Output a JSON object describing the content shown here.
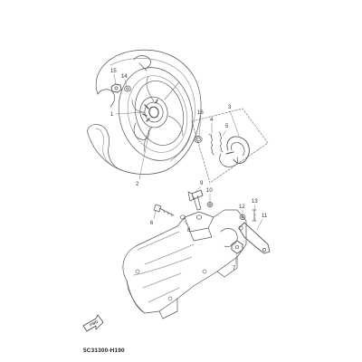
{
  "diagram": {
    "code": "5C31300-H190",
    "direction_badge": "FWD",
    "colors": {
      "line": "#555555",
      "light": "#9a9a9a",
      "text": "#333333",
      "background": "#ffffff"
    },
    "callouts": [
      {
        "id": "c1",
        "label": "1"
      },
      {
        "id": "c2",
        "label": "2"
      },
      {
        "id": "c3",
        "label": "3"
      },
      {
        "id": "c4",
        "label": "4"
      },
      {
        "id": "c5",
        "label": "5"
      },
      {
        "id": "c6",
        "label": "6"
      },
      {
        "id": "c7",
        "label": "7"
      },
      {
        "id": "c8",
        "label": "8"
      },
      {
        "id": "c9",
        "label": "9"
      },
      {
        "id": "c10",
        "label": "10"
      },
      {
        "id": "c11",
        "label": "11"
      },
      {
        "id": "c12",
        "label": "12"
      },
      {
        "id": "c13",
        "label": "13"
      },
      {
        "id": "c14",
        "label": "14"
      },
      {
        "id": "c15",
        "label": "15"
      },
      {
        "id": "c16",
        "label": "16"
      }
    ]
  }
}
